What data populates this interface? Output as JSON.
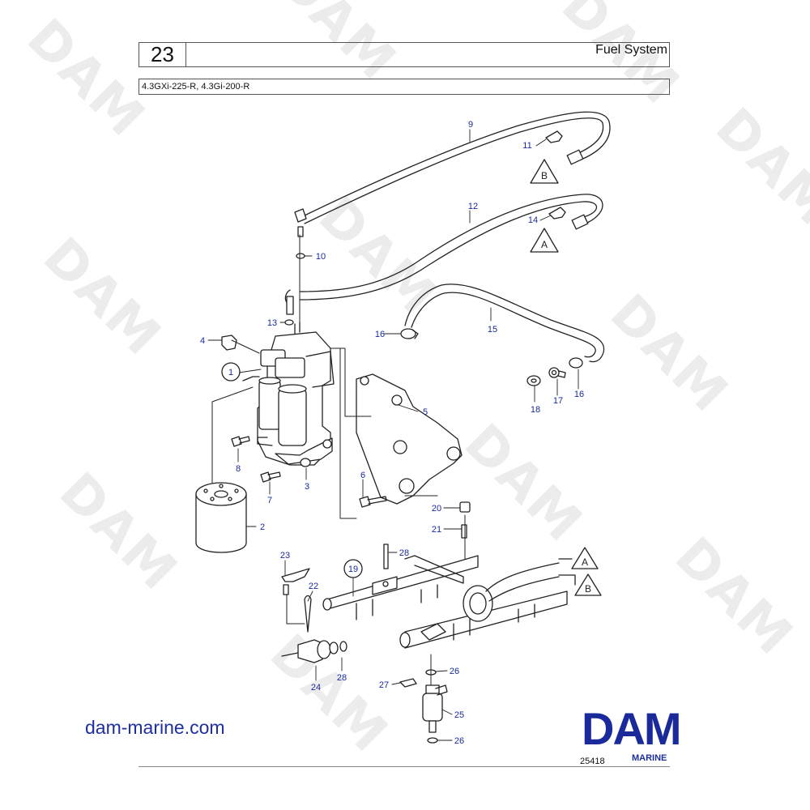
{
  "header": {
    "page_number": "23",
    "section_title": "Fuel System"
  },
  "model_line": "4.3GXi-225-R, 4.3Gi-200-R",
  "callouts": [
    {
      "id": "c1",
      "text": "1",
      "circled": true
    },
    {
      "id": "c2",
      "text": "2"
    },
    {
      "id": "c3",
      "text": "3"
    },
    {
      "id": "c4",
      "text": "4"
    },
    {
      "id": "c5",
      "text": "5"
    },
    {
      "id": "c6",
      "text": "6"
    },
    {
      "id": "c7",
      "text": "7"
    },
    {
      "id": "c8",
      "text": "8"
    },
    {
      "id": "c9",
      "text": "9"
    },
    {
      "id": "c10",
      "text": "10"
    },
    {
      "id": "c11",
      "text": "11"
    },
    {
      "id": "c12",
      "text": "12"
    },
    {
      "id": "c13",
      "text": "13"
    },
    {
      "id": "c14",
      "text": "14"
    },
    {
      "id": "c15",
      "text": "15"
    },
    {
      "id": "c16a",
      "text": "16"
    },
    {
      "id": "c16b",
      "text": "16"
    },
    {
      "id": "c17",
      "text": "17"
    },
    {
      "id": "c18",
      "text": "18"
    },
    {
      "id": "c19",
      "text": "19",
      "circled": true
    },
    {
      "id": "c20",
      "text": "20"
    },
    {
      "id": "c21",
      "text": "21"
    },
    {
      "id": "c22",
      "text": "22"
    },
    {
      "id": "c23",
      "text": "23"
    },
    {
      "id": "c24",
      "text": "24"
    },
    {
      "id": "c25",
      "text": "25"
    },
    {
      "id": "c26a",
      "text": "26"
    },
    {
      "id": "c26b",
      "text": "26"
    },
    {
      "id": "c27",
      "text": "27"
    },
    {
      "id": "c28a",
      "text": "28"
    },
    {
      "id": "c28b",
      "text": "28"
    }
  ],
  "reference_markers": [
    {
      "id": "refB1",
      "text": "B"
    },
    {
      "id": "refA1",
      "text": "A"
    },
    {
      "id": "refA2",
      "text": "A"
    },
    {
      "id": "refB2",
      "text": "B"
    }
  ],
  "footer": {
    "website": "dam-marine.com",
    "figure_number": "25418",
    "brand_logo": "DAM",
    "brand_subtext": "MARINE"
  },
  "watermark_text": "DAM",
  "colors": {
    "callout_text": "#1a2a9c",
    "brand_blue": "#1b2a9a",
    "line": "#222222"
  }
}
